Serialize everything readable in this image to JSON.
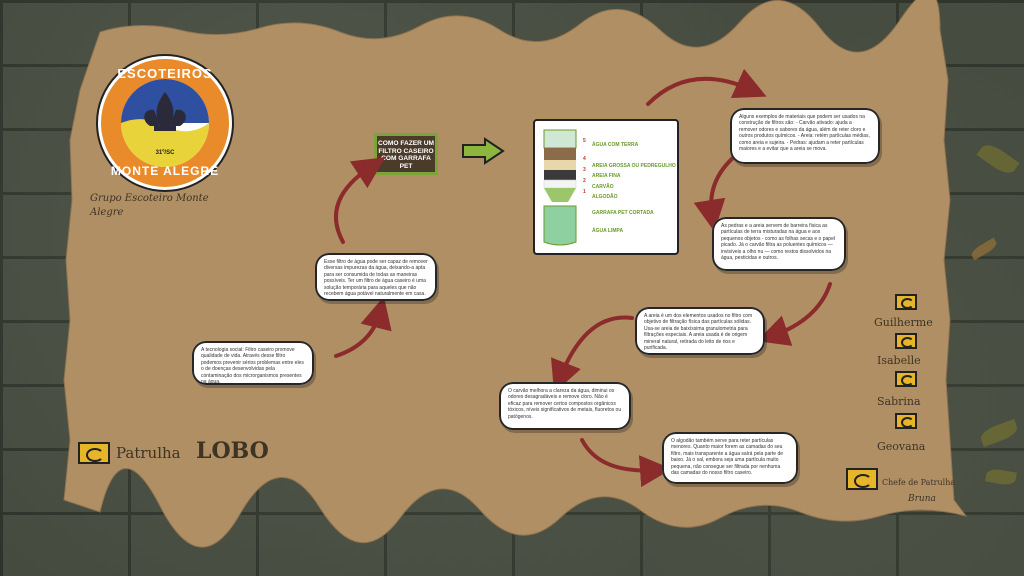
{
  "badge": {
    "top_text": "ESCOTEIROS",
    "bottom_text": "MONTE ALEGRE",
    "number": "31º/SC"
  },
  "group_name": "Grupo Escoteiro Monte Alegre",
  "title": "COMO FAZER UM FILTRO CASEIRO COM GARRAFA PET",
  "filter_layers": [
    {
      "num": "5",
      "label": "ÁGUA COM TERRA"
    },
    {
      "num": "4",
      "label": "AREIA GROSSA OU PEDREGULHO"
    },
    {
      "num": "3",
      "label": "AREIA FINA"
    },
    {
      "num": "2",
      "label": "CARVÃO"
    },
    {
      "num": "1",
      "label": "ALGODÃO"
    },
    {
      "num": "",
      "label": "GARRAFA PET CORTADA"
    },
    {
      "num": "",
      "label": "ÁGUA LIMPA"
    }
  ],
  "cards": {
    "c1": "A tecnologia social: Filtro caseiro promove qualidade de vida. Através desse filtro podemos prevenir sérios problemas entre eles o de doenças desenvolvidas pela contaminação dos microrganismos presentes na água.",
    "c2": "Esse filtro de água pode ser capaz de remover diversas impurezas da água, deixando-a apta para ser consumida de todas as maneiras possíveis. Ter um filtro de água caseiro é uma solução temporária para aqueles que não recebem água potável naturalmente em casa.",
    "c3": "Alguns exemplos de materiais que podem ser usados na construção de filtros são: - Carvão ativado: ajuda a remover odores e sabores da água, além de reter cloro e outros produtos químicos. - Areia: retém partículas médias, como areia e sujeira. - Pedras: ajudam a reter partículas maiores e a evitar que a areia se mova.",
    "c4": "As pedras e a areia servem de barreira física as partículas de terra misturadas na água e aos pequenos objetos - como as folhas secas e o papel picado. Já o carvão filtra as poluentes químicos — invisíveis a olho nu — como restos dissolvidos na água, pesticidas e outros.",
    "c5": "A areia é um dos elementos usados no filtro com objetivo de filtração física das partículas sólidas. Usa-se areia de baixíssima granulometria para filtrações especiais. A areia usada é de origem mineral natural, retirada do leito de rios e purificada.",
    "c6": "O carvão melhora a clareza da água, diminui os odores desagradáveis e remove cloro. Não é eficaz para remover certos compostos orgânicos tóxicos, níveis significativos de metais, fluoretos ou patógenos.",
    "c7": "O algodão também serve para reter partículas menores. Quanto maior forem as camadas do seu filtro, mais transparente a água saírá pela parte de baixo. Já o sal, embora seja uma partícula muito pequena, não consegue ser filtrada por nenhuma das camadas do nosso filtro caseiro."
  },
  "patrol_label": "Patrulha",
  "patrol_name": "LOBO",
  "members": [
    "Guilherme",
    "Isabelle",
    "Sabrina",
    "Geovana"
  ],
  "chief_label": "Chefe de Patrulha",
  "chief_name": "Bruna",
  "colors": {
    "kraft": "#b08f64",
    "arrow_red": "#8b2b2b",
    "green": "#7da43b",
    "badge_orange": "#e98b2a",
    "badge_blue": "#2f4fa0",
    "badge_yellow": "#e8d33b"
  }
}
